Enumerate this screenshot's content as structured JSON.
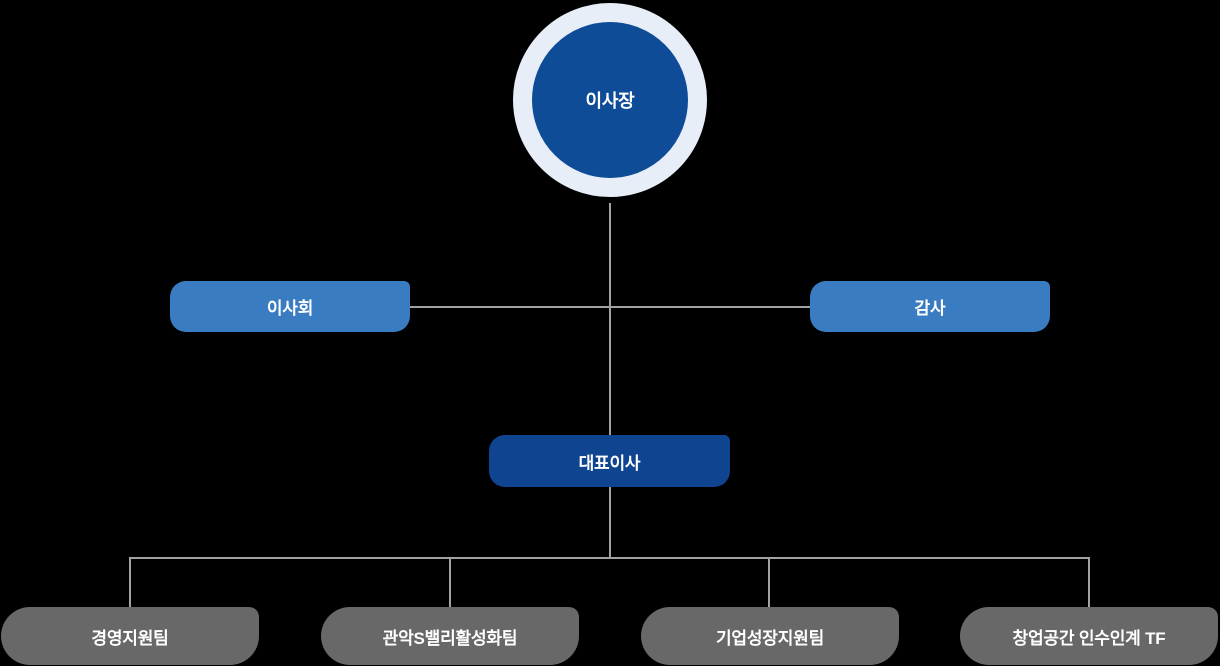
{
  "diagram": {
    "type": "org-chart",
    "nodes": {
      "chairman": "이사장",
      "board": "이사회",
      "auditor": "감사",
      "ceo": "대표이사",
      "teams": [
        "경영지원팀",
        "관악S밸리활성화팀",
        "기업성장지원팀",
        "창업공간 인수인계 TF"
      ]
    },
    "colors": {
      "background": "#000000",
      "chairman_fill": "#0E4C98",
      "chairman_ring": "#E7EEF8",
      "branch_fill": "#3A7CC2",
      "ceo_fill": "#0F4590",
      "team_fill": "#686868",
      "connector": "#A2A2A2",
      "text": "#FFFFFF"
    }
  }
}
